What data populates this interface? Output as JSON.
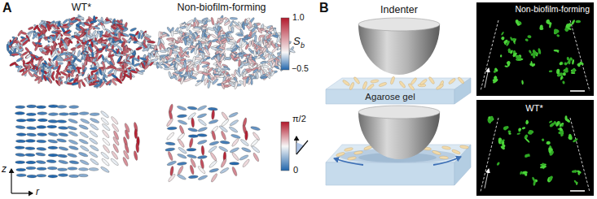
{
  "diagram": {
    "nodes": [
      {
        "text": [
          "Indenter"
        ]
      },
      {
        "text": [
          "Agarose gel"
        ]
      }
    ],
    "labels": [
      "A",
      "WT*",
      "Non-biofilm-forming",
      "S",
      "b",
      "1.0",
      "−0.5",
      "π/2",
      "0",
      "z",
      "r",
      "B",
      "Non-biofilm-forming",
      "WT*"
    ]
  }
}
